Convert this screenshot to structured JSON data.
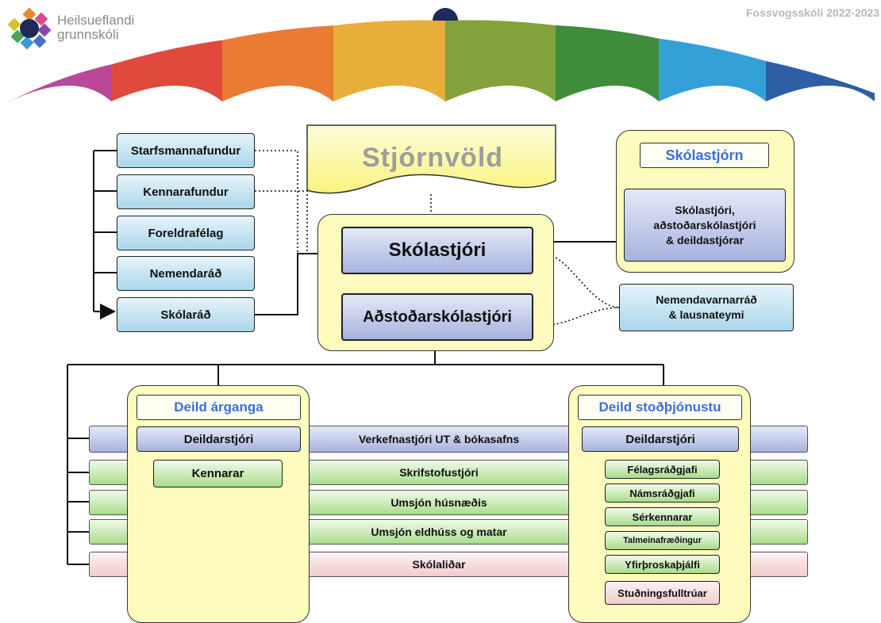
{
  "logo": {
    "line1": "Heilsueflandi",
    "line2": "grunnskóli"
  },
  "corner_title": "Fossvogsskóli 2022-2023",
  "colors": {
    "arc": [
      "#b9479a",
      "#e04a3c",
      "#ea7b32",
      "#e8ae3a",
      "#83a23c",
      "#3f8c3a",
      "#34a0d8",
      "#2d5ea6"
    ],
    "header_text": "#3c6fd8",
    "panel": "#fdfbbd"
  },
  "left_boxes": [
    "Starfsmannafundur",
    "Kennarafundur",
    "Foreldrafélag",
    "Nemendaráð",
    "Skólaráð"
  ],
  "stjornvold": "Stjórnvöld",
  "skolastjori": "Skólastjóri",
  "adstodarskolastjori": "Aðstoðarskólastjóri",
  "skolastjorn": {
    "title": "Skólastjórn",
    "body1": "Skólastjóri,",
    "body2": "aðstoðarskólastjóri",
    "body3": "& deildastjórar"
  },
  "nemendavarnarrad": {
    "line1": "Nemendavarnarráð",
    "line2": "& lausnateymi"
  },
  "deild_arganga": {
    "title": "Deild árganga",
    "head": "Deildarstjóri",
    "staff": "Kennarar"
  },
  "deild_stodthjonustu": {
    "title": "Deild stoðþjónustu",
    "head": "Deildarstjóri",
    "staff": [
      "Félagsráðgjafi",
      "Námsráðgjafi",
      "Sérkennarar",
      "Talmeinafræðingur",
      "Yfirþroskaþjálfi",
      "Stuðningsfulltrúar"
    ]
  },
  "stripes": [
    "Verkefnastjóri UT & bókasafns",
    "Skrifstofustjóri",
    "Umsjón húsnæðis",
    "Umsjón eldhúss og matar",
    "Skólaliðar"
  ]
}
